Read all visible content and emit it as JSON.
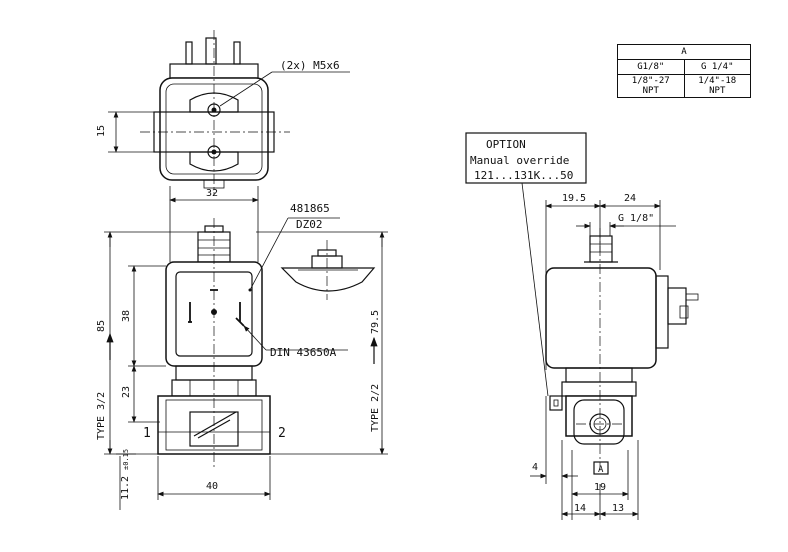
{
  "labels": {
    "screws": "(2x) M5x6",
    "dim_15": "15",
    "dim_32": "32",
    "part_no": "481865",
    "part_code": "DZ02",
    "dim_85": "85",
    "dim_38": "38",
    "dim_23": "23",
    "type_32": "TYPE 3/2",
    "dim_79_5": "79.5",
    "type_22": "TYPE 2/2",
    "din": "DIN 43650A",
    "port_1": "1",
    "port_2": "2",
    "dim_11_2": "11.2",
    "tol": "±0.15",
    "dim_40": "40",
    "option_title": "OPTION",
    "option_text": "Manual override",
    "option_code": "121...131K...50",
    "dim_19_5": "19.5",
    "dim_24": "24",
    "g18": "G 1/8\"",
    "dim_4": "4",
    "mark_a": "A",
    "dim_19": "19",
    "dim_14": "14",
    "dim_13": "13"
  },
  "table": {
    "header": "A",
    "row1": [
      "G1/8\"",
      "G 1/4\""
    ],
    "row2": [
      "1/8\"-27 NPT",
      "1/4\"-18 NPT"
    ]
  }
}
